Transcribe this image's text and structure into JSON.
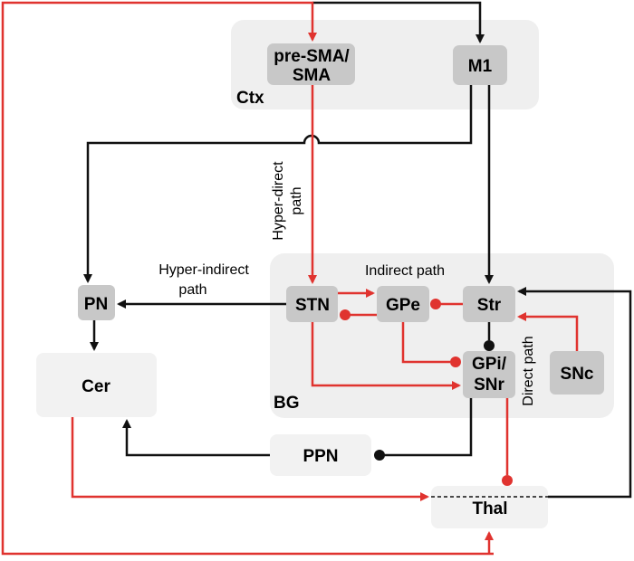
{
  "regions": {
    "ctx": "Ctx",
    "bg": "BG"
  },
  "nodes": {
    "presma_line1": "pre-SMA/",
    "presma_line2": "SMA",
    "m1": "M1",
    "pn": "PN",
    "cer": "Cer",
    "stn": "STN",
    "gpe": "GPe",
    "str": "Str",
    "gpi_line1": "GPi/",
    "gpi_line2": "SNr",
    "snc": "SNc",
    "ppn": "PPN",
    "thal": "Thal"
  },
  "pathway_labels": {
    "hyper_direct_line1": "Hyper-direct",
    "hyper_direct_line2": "path",
    "hyper_indirect_line1": "Hyper-indirect",
    "hyper_indirect_line2": "path",
    "indirect": "Indirect path",
    "direct": "Direct path"
  },
  "colors": {
    "excitatory_red": "#e0332f",
    "black": "#111111",
    "node_gray": "#c8c8c8",
    "region_gray": "#efefef",
    "light_node": "#f2f2f2"
  }
}
